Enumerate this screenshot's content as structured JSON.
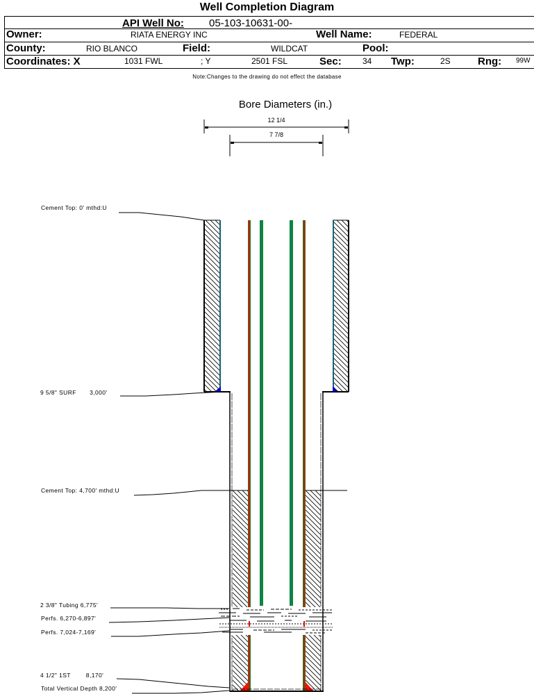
{
  "header": {
    "title": "Well Completion Diagram",
    "api_label": "API Well No:",
    "api_value": "05-103-10631-00-",
    "owner_label": "Owner:",
    "owner_value": "RIATA ENERGY INC",
    "well_name_label": "Well Name:",
    "well_name_value": "FEDERAL",
    "county_label": "County:",
    "county_value": "RIO BLANCO",
    "field_label": "Field:",
    "field_value": "WILDCAT",
    "pool_label": "Pool:",
    "pool_value": "",
    "coords_label": "Coordinates: X",
    "coord_x_value": "1031 FWL",
    "coord_y_sep": "; Y",
    "coord_y_value": "2501 FSL",
    "sec_label": "Sec:",
    "sec_value": "34",
    "twp_label": "Twp:",
    "twp_value": "2S",
    "rng_label": "Rng:",
    "rng_value": "99W",
    "note": "Note:Changes to the drawing do not effect the database"
  },
  "bore": {
    "title": "Bore Diameters (in.)",
    "outer_label": "12 1/4",
    "inner_label": "7 7/8"
  },
  "annotations": [
    {
      "id": "cement-top-surface",
      "text": "Cement Top: 0' mthd:U"
    },
    {
      "id": "surface-casing",
      "text": "9 5/8\" SURF       3,000'"
    },
    {
      "id": "cement-top-production",
      "text": "Cement Top: 4,700' mthd:U"
    },
    {
      "id": "tubing",
      "text": "2 3/8\" Tubing 6,775'"
    },
    {
      "id": "perfs-1",
      "text": "Perfs. 6,270-6,897'"
    },
    {
      "id": "perfs-2",
      "text": "Perfs. 7,024-7,169'"
    },
    {
      "id": "production-casing",
      "text": "4 1/2\" 1ST        8,170'"
    },
    {
      "id": "total-depth",
      "text": "Total Vertical Depth 8,200'"
    }
  ],
  "colors": {
    "casing_line": "#1a3fbf",
    "casing_edge": "#0a8a2a",
    "tubing_red": "#e01000",
    "tubing_green": "#0a8a2a",
    "shoe_blue": "#0000e0",
    "shoe_red": "#ff1000"
  }
}
